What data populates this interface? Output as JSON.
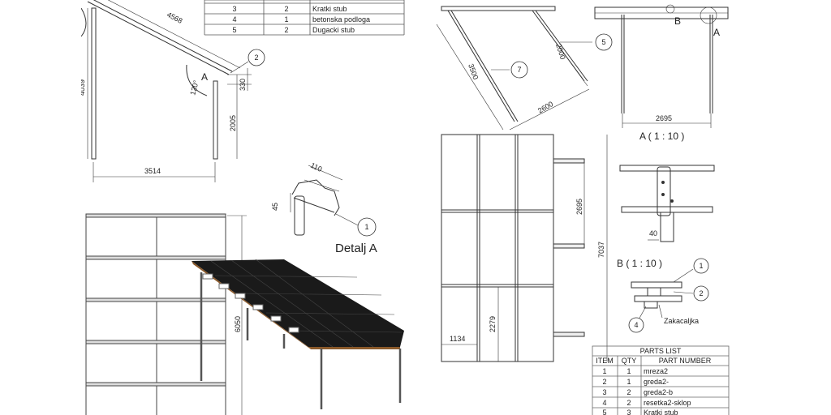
{
  "drawing": {
    "left_sheet": {
      "dims": {
        "rafter_len": "4568",
        "post_height": "4039",
        "angle": "120°",
        "gap": "330",
        "post_short": "2005",
        "span": "3514",
        "detail_w": "110",
        "detail_h": "45",
        "length": "6050"
      },
      "labels": {
        "view_a": "A",
        "detail_title": "Detalj A"
      },
      "balloons": [
        "2",
        "1"
      ],
      "parts_table": {
        "rows": [
          [
            "3",
            "2",
            "Kratki stub"
          ],
          [
            "4",
            "1",
            "betonska podloga"
          ],
          [
            "5",
            "2",
            "Dugacki stub"
          ]
        ]
      }
    },
    "right_sheet": {
      "dims": {
        "post_len": "3500",
        "beam_len": "2600",
        "short_len": "2000",
        "front_width": "2695",
        "grid_row": "2695",
        "total_len": "7037",
        "bottom_row": "2279",
        "bottom_col": "1134",
        "detail_a_dim": "40"
      },
      "labels": {
        "view_b": "B",
        "view_a": "A",
        "section_a": "A ( 1 : 10 )",
        "section_b": "B ( 1 : 10 )",
        "zakacaljka": "Zakacaljka"
      },
      "balloons": {
        "b7": "7",
        "b5": "5",
        "b1": "1",
        "b2": "2",
        "b4": "4"
      },
      "parts_list": {
        "title": "PARTS LIST",
        "headers": [
          "ITEM",
          "QTY",
          "PART NUMBER"
        ],
        "rows": [
          [
            "1",
            "1",
            "mreza2"
          ],
          [
            "2",
            "1",
            "greda2-"
          ],
          [
            "3",
            "2",
            "greda2-b"
          ],
          [
            "4",
            "2",
            "resetka2-sklop"
          ],
          [
            "5",
            "3",
            "Kratki stub"
          ]
        ]
      }
    },
    "colors": {
      "line": "#333333",
      "panel": "#1a1a1a",
      "wood": "#8b5a2b",
      "frame": "#555555"
    }
  }
}
